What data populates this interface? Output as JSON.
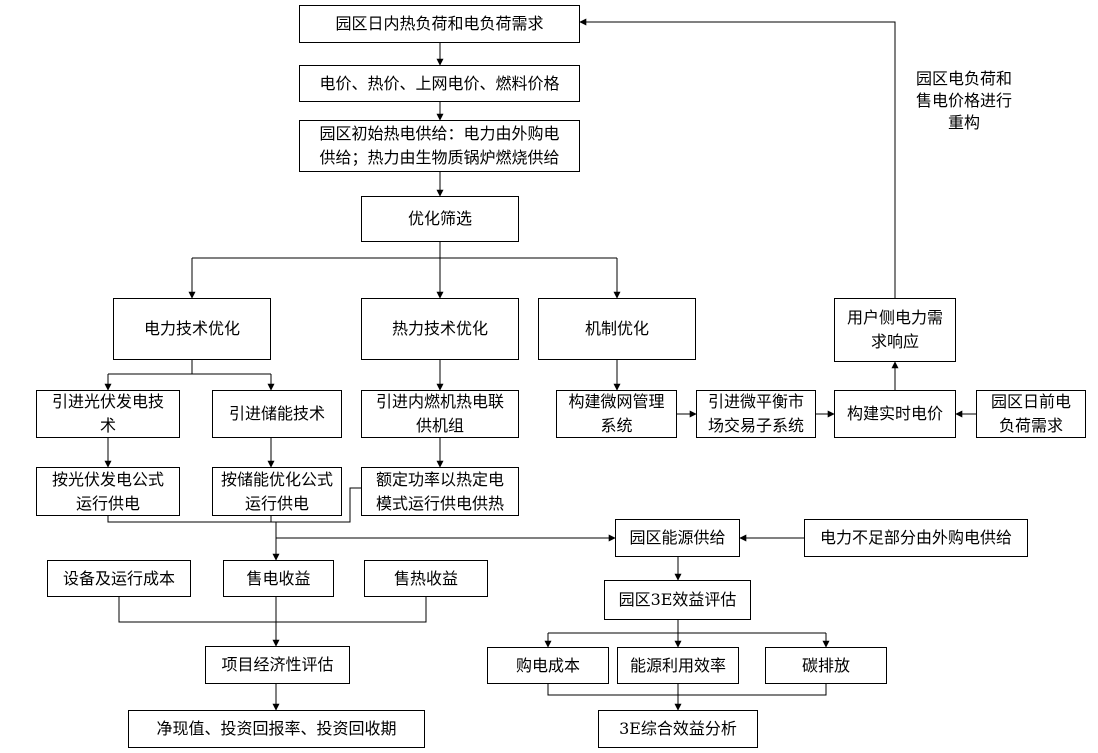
{
  "nodes": {
    "demand": "园区日内热负荷和电负荷需求",
    "prices": "电价、热价、上网电价、燃料价格",
    "initial_supply": "园区初始热电供给：电力由外购电\n供给；热力由生物质锅炉燃烧供给",
    "screening": "优化筛选",
    "power_tech": "电力技术优化",
    "heat_tech": "热力技术优化",
    "mechanism": "机制优化",
    "pv_tech": "引进光伏发电技\n术",
    "storage_tech": "引进储能技术",
    "chp_tech": "引进内燃机热电联\n供机组",
    "microgrid": "构建微网管理\n系统",
    "micro_market": "引进微平衡市\n场交易子系统",
    "realtime_price": "构建实时电价",
    "dayahead_demand": "园区日前电\n负荷需求",
    "demand_response": "用户侧电力需\n求响应",
    "pv_formula": "按光伏发电公式\n运行供电",
    "storage_formula": "按储能优化公式\n运行供电",
    "chp_mode": "额定功率以热定电\n模式运行供电供热",
    "energy_supply": "园区能源供给",
    "grid_purchase": "电力不足部分由外购电供给",
    "equipment_cost": "设备及运行成本",
    "power_revenue": "售电收益",
    "heat_revenue": "售热收益",
    "eval_3e": "园区3E效益评估",
    "purchase_cost": "购电成本",
    "energy_efficiency": "能源利用效率",
    "carbon": "碳排放",
    "economic_eval": "项目经济性评估",
    "npv": "净现值、投资回报率、投资回收期",
    "analysis_3e": "3E综合效益分析"
  },
  "labels": {
    "restructure": "园区电负荷和\n售电价格进行\n重构"
  }
}
